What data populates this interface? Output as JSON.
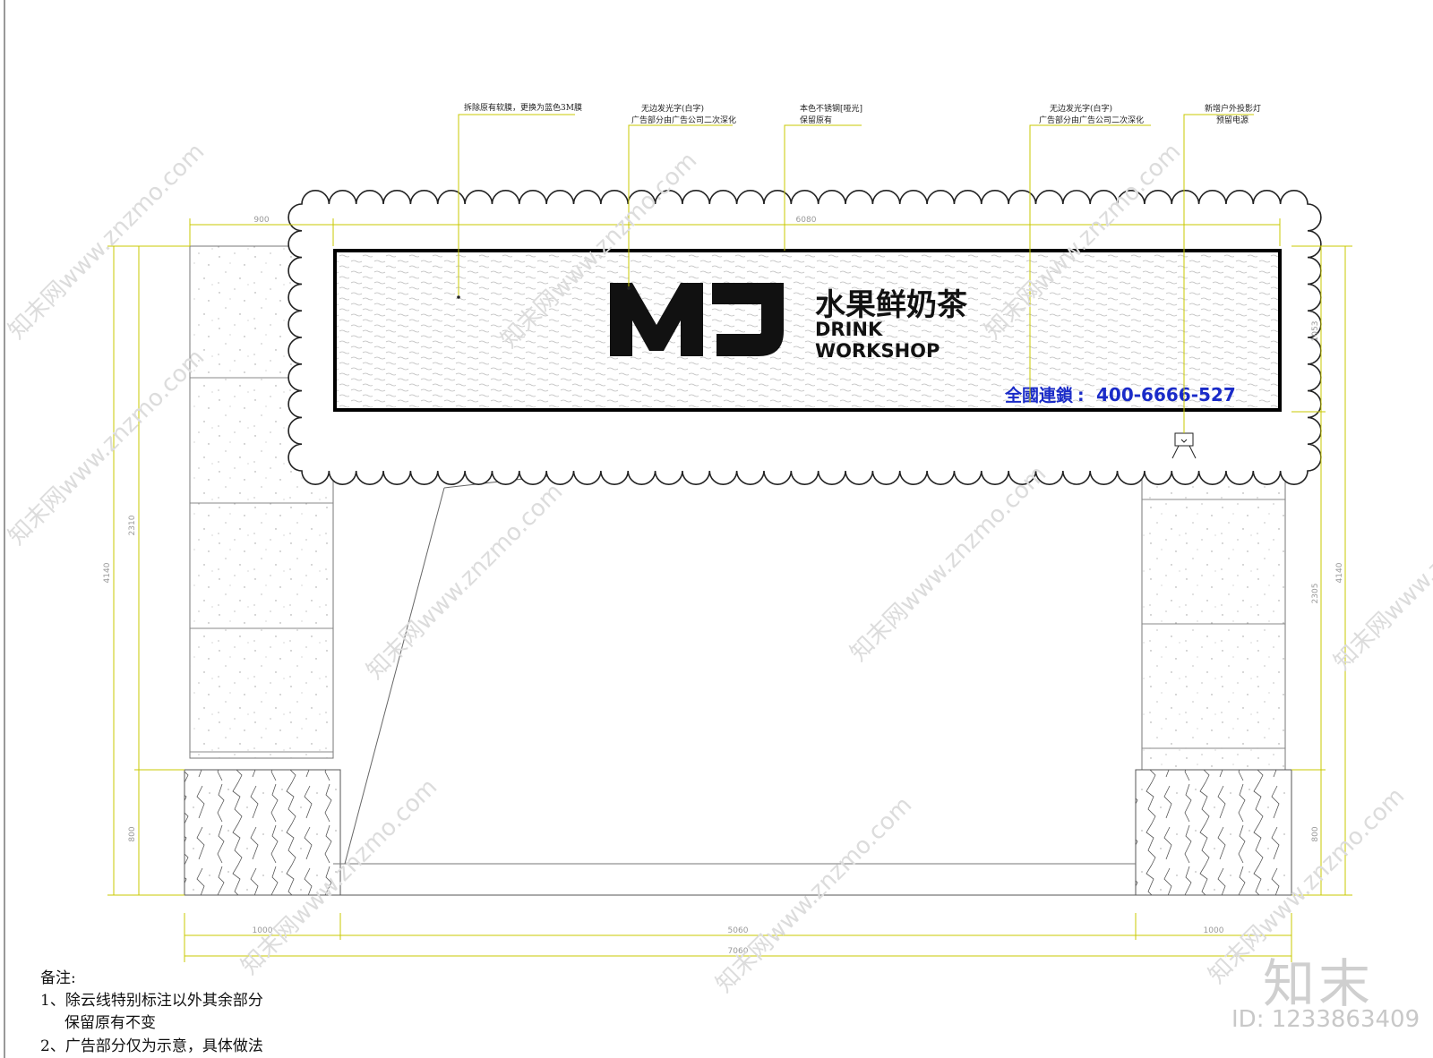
{
  "callouts": [
    {
      "lines": [
        "拆除原有软膜，更换为蓝色3M膜"
      ]
    },
    {
      "lines": [
        "无边发光字(白字)",
        "广告部分由广告公司二次深化"
      ]
    },
    {
      "lines": [
        "本色不锈钢[哑光]",
        "保留原有"
      ]
    },
    {
      "lines": [
        "无边发光字(白字)",
        "广告部分由广告公司二次深化"
      ]
    },
    {
      "lines": [
        "新增户外投影灯",
        "预留电源"
      ]
    }
  ],
  "dimensions": {
    "top": [
      "900",
      "6080"
    ],
    "bottom_segments": [
      "1000",
      "5060",
      "1000"
    ],
    "bottom_total": "7060",
    "left": [
      "2310",
      "4140",
      "800"
    ],
    "right": [
      "1053",
      "2305",
      "4140",
      "800"
    ]
  },
  "sign": {
    "logo": "MJ",
    "name_cn": "水果鲜奶茶",
    "name_en_1": "DRINK",
    "name_en_2": "WORKSHOP",
    "hotline_label": "全國連鎖",
    "hotline_sep": ":",
    "hotline_number": "400-6666-527",
    "hotline_color": "#1a2bc8"
  },
  "notes": {
    "heading": "备注:",
    "items": [
      "1、除云线特别标注以外其余部分",
      "保留原有不变",
      "2、广告部分仅为示意，具体做法"
    ]
  },
  "watermark": {
    "text": "知末网www.znzmo.com",
    "brand": "知末",
    "id": "ID: 1233863409"
  },
  "colors": {
    "dim_line": "#c8c800",
    "line": "#555555",
    "cloud": "#222222"
  }
}
